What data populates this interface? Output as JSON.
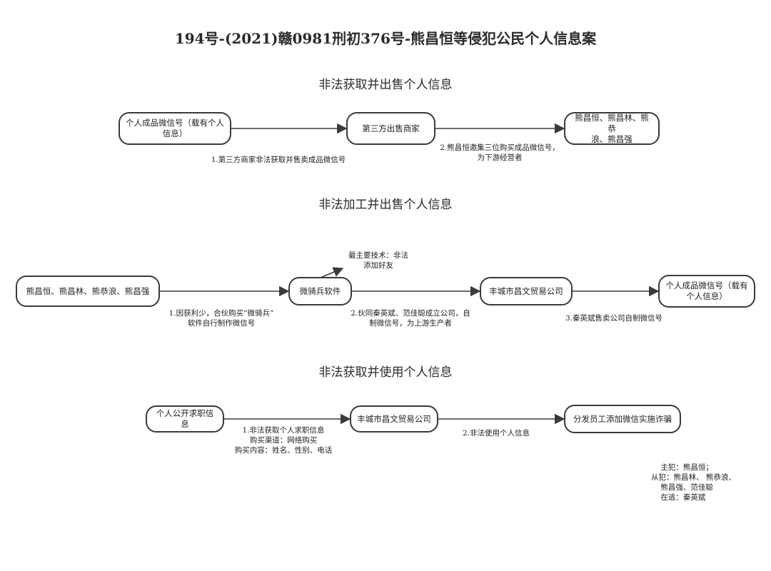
{
  "title": "194号-(2021)赣0981刑初376号-熊昌恒等侵犯公民个人信息案",
  "sections": [
    {
      "heading": "非法获取并出售个人信息",
      "nodes": [
        "个人成品微信号（载有个人\n信息）",
        "第三方出售商家",
        "熊昌恒、熊昌林、熊恭\n浪、熊昌强"
      ],
      "edge_labels": [
        "1.第三方商家非法获取并售卖成品微信号",
        "2.熊昌恒邀集三位购买成品微信号，\n为下游经营者"
      ]
    },
    {
      "heading": "非法加工并出售个人信息",
      "nodes": [
        "熊昌恒、熊昌林、熊恭浪、熊昌强",
        "微骑兵软件",
        "丰城市昌文贸易公司",
        "个人成品微信号（载有\n个人信息）"
      ],
      "tech_note": "最主要技术：非法\n添加好友",
      "edge_labels": [
        "1.因获利少，合伙购买“微骑兵”\n软件自行制作微信号",
        "2.伙同秦英斌、范佳聪成立公司，自\n制微信号，为上游生产者",
        "3.秦英斌售卖公司自制微信号"
      ]
    },
    {
      "heading": "非法获取并使用个人信息",
      "nodes": [
        "个人公开求职信息",
        "丰城市昌文贸易公司",
        "分发员工添加微信实施诈骗"
      ],
      "edge_labels": [
        "1.非法获取个人求职信息\n购买渠道：网络购买\n购买内容：姓名、性别、电话",
        "2.非法使用个人信息"
      ]
    }
  ],
  "notes": "    主犯：熊昌恒；\n从犯：熊昌林、 熊恭浪、\n    熊昌强、范佳聪\n    在逃：秦英斌",
  "colors": {
    "line": "#3a3a3a",
    "text": "#222222",
    "background": "#ffffff"
  }
}
